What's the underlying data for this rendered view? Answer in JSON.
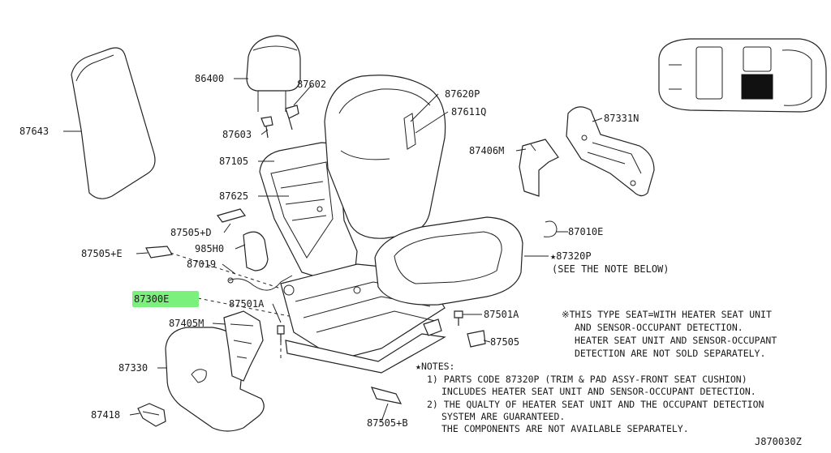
{
  "labels": {
    "p87643": "87643",
    "p86400": "86400",
    "p87602": "87602",
    "p87603": "87603",
    "p87105": "87105",
    "p87625": "87625",
    "p87505d": "87505+D",
    "p985h0": "985H0",
    "p87505e": "87505+E",
    "p87019": "87019",
    "p87300e": "87300E",
    "p87501a_left": "87501A",
    "p87405m": "87405M",
    "p87330": "87330",
    "p87418": "87418",
    "p87505b": "87505+B",
    "p87620p": "87620P",
    "p87611q": "87611Q",
    "p87406m": "87406M",
    "p87331n": "87331N",
    "p87010e": "87010E",
    "p87320p": "87320P",
    "p87320p_note": "(SEE THE NOTE BELOW)",
    "p87501a_right": "87501A",
    "p87505": "87505"
  },
  "highlight_color": "#7cf07c",
  "notes": {
    "special_seat": [
      "※THIS TYPE SEAT=WITH HEATER SEAT UNIT",
      "AND SENSOR-OCCUPANT DETECTION.",
      "HEATER SEAT UNIT AND SENSOR-OCCUPANT",
      "DETECTION ARE NOT SOLD SEPARATELY."
    ],
    "heading": "NOTES:",
    "items": [
      "1) PARTS CODE 87320P (TRIM & PAD ASSY-FRONT SEAT CUSHION)",
      "INCLUDES HEATER SEAT UNIT AND SENSOR-OCCUPANT DETECTION.",
      "2) THE QUALTY OF HEATER SEAT UNIT AND THE OCCUPANT DETECTION",
      "SYSTEM ARE GUARANTEED.",
      "THE COMPONENTS ARE NOT AVAILABLE SEPARATELY."
    ]
  },
  "diagram_code": "J870030Z"
}
